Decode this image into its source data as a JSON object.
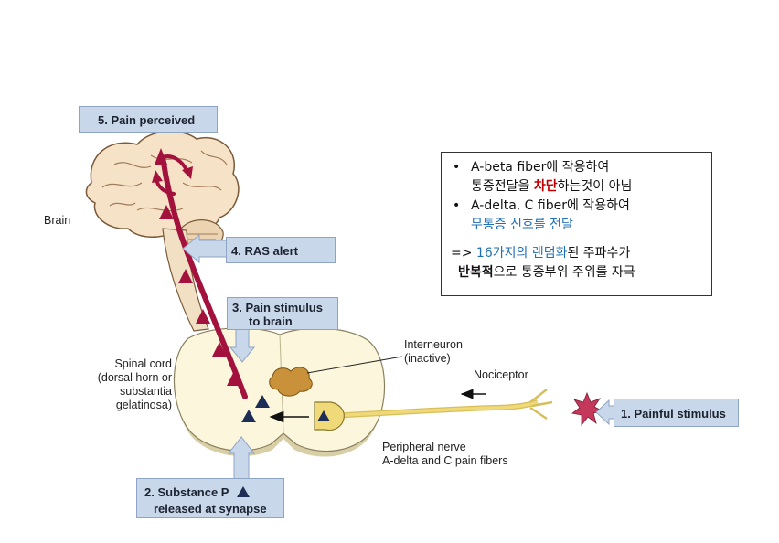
{
  "labels": {
    "pain_perceived": "5. Pain perceived",
    "brain": "Brain",
    "ras_alert": "4. RAS alert",
    "pain_stimulus_l1": "3. Pain stimulus",
    "pain_stimulus_l2": "to brain",
    "spinal_cord_l1": "Spinal cord",
    "spinal_cord_l2": "(dorsal horn or",
    "spinal_cord_l3": "substantia",
    "spinal_cord_l4": "gelatinosa)",
    "interneuron_l1": "Interneuron",
    "interneuron_l2": "(inactive)",
    "nociceptor": "Nociceptor",
    "painful_stimulus": "1. Painful stimulus",
    "peripheral_l1": "Peripheral nerve",
    "peripheral_l2": "A-delta and C pain fibers",
    "substance_p_l1": "2. Substance P",
    "substance_p_l2": "released at synapse"
  },
  "note": {
    "bullet": "•",
    "line1": "A-beta fiber에 작용하여",
    "line2_pre": "통증전달을 ",
    "line2_hl": "차단",
    "line2_post": "하는것이 아님",
    "line3": "A-delta, C fiber에 작용하여",
    "line4": "무통증 신호를 전달",
    "line5_pre": "=> ",
    "line5_hl": "16가지의 랜덤화",
    "line5_post": "된 주파수가",
    "line6_hl": "반복적",
    "line6_post": "으로 통증부위 주위를 자극"
  },
  "colors": {
    "pathway": "#a3123d",
    "label_box": "#c9d7ea",
    "spinal_cord": "#fbf6dc",
    "brain": "#f6e2c6",
    "neuron": "#f0d978",
    "interneuron": "#c8913a",
    "star": "#c4395b",
    "triangle": "#1c2e58"
  }
}
